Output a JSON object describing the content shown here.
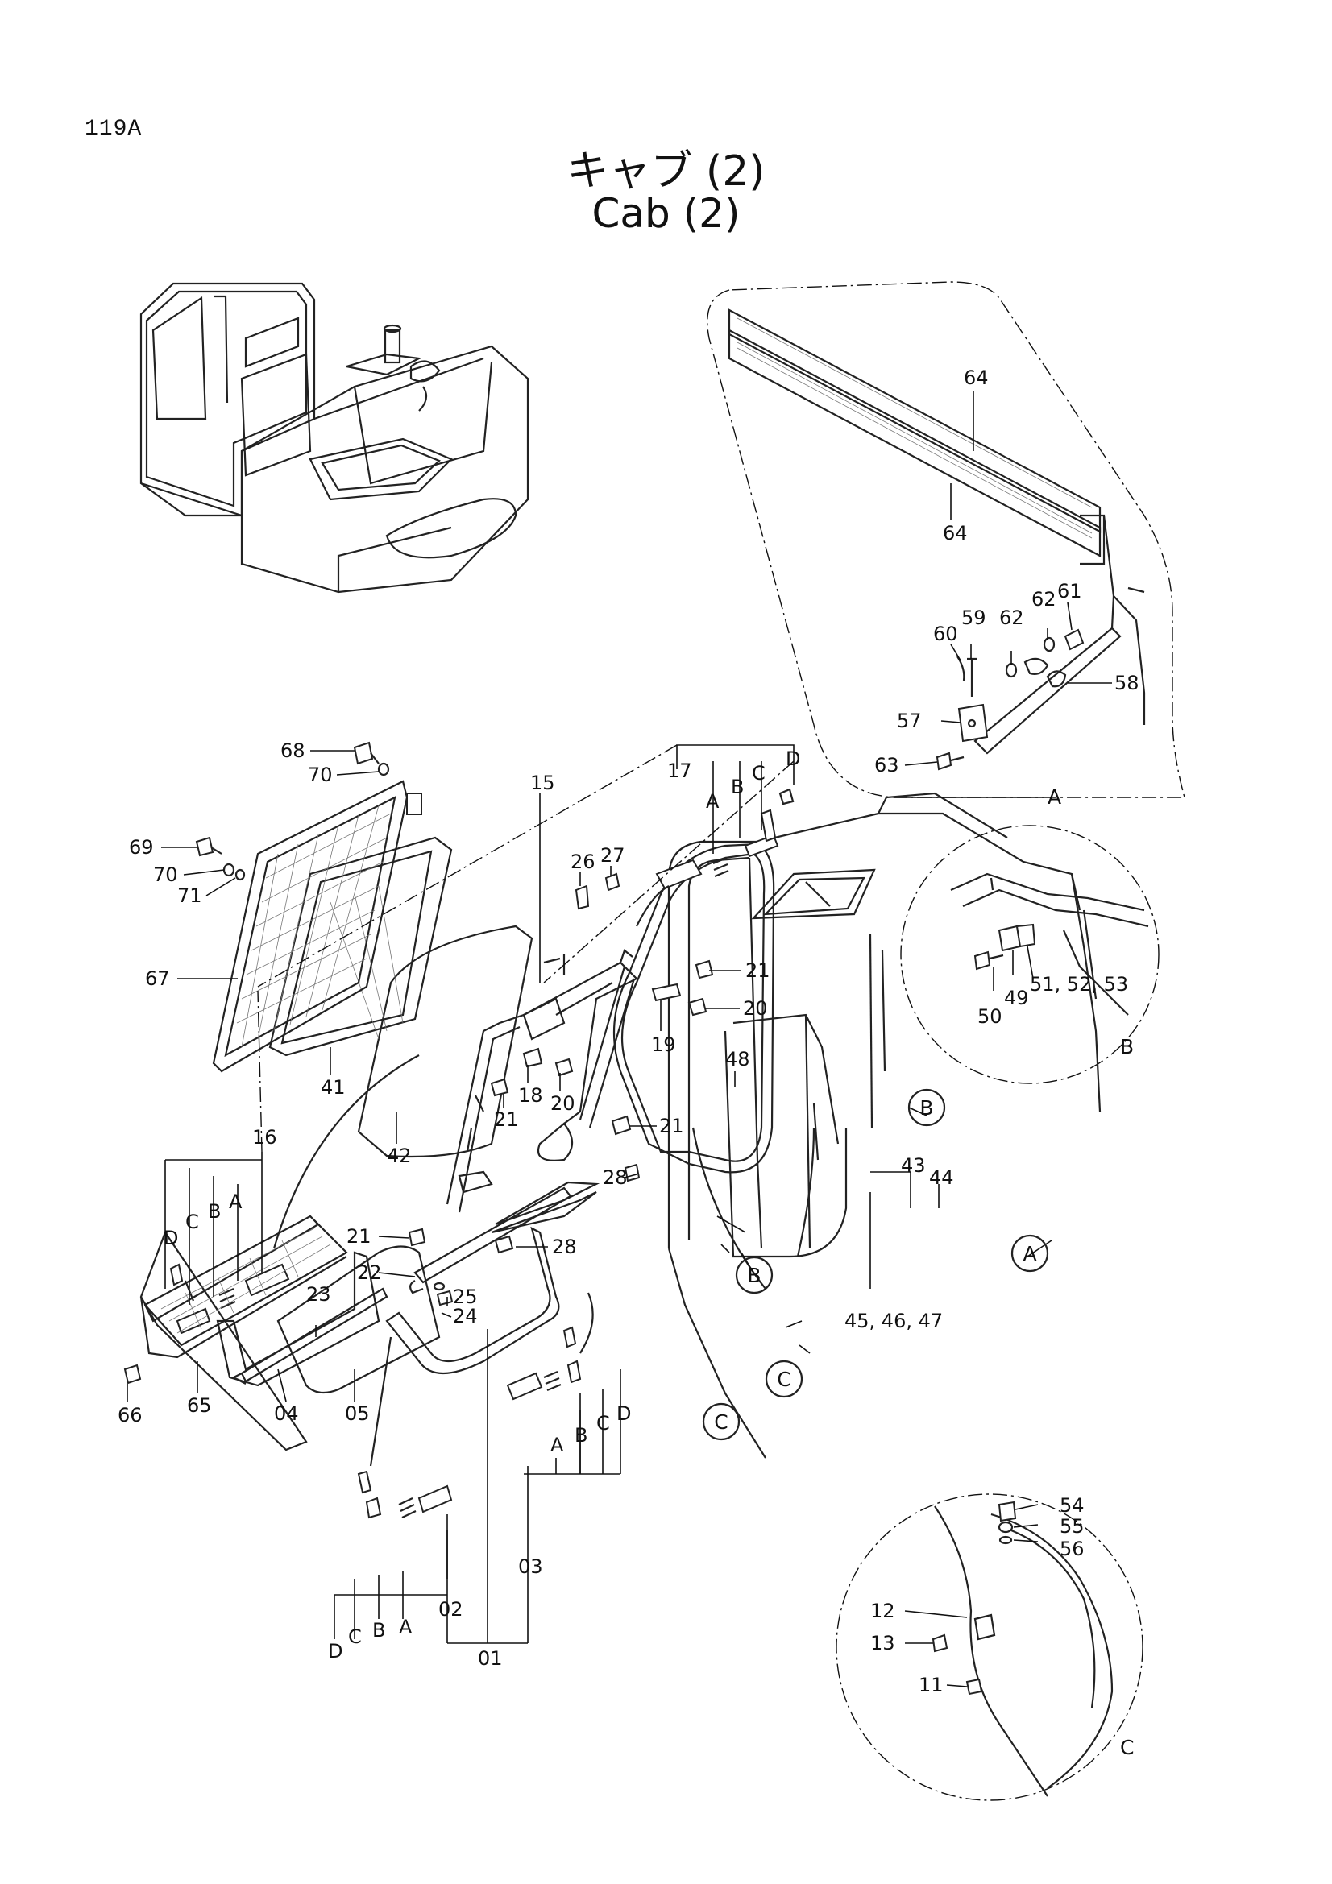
{
  "page_number": "119A",
  "title_ja": "キャブ (2)",
  "title_en": "Cab (2)",
  "callouts": {
    "c01": "01",
    "c02": "02",
    "c03": "03",
    "c04": "04",
    "c05": "05",
    "c11": "11",
    "c12": "12",
    "c13": "13",
    "c15": "15",
    "c16": "16",
    "c17": "17",
    "c18": "18",
    "c19": "19",
    "c20a": "20",
    "c20b": "20",
    "c21a": "21",
    "c21b": "21",
    "c21c": "21",
    "c21d": "21",
    "c22": "22",
    "c23": "23",
    "c24": "24",
    "c25": "25",
    "c26": "26",
    "c27": "27",
    "c28a": "28",
    "c28b": "28",
    "c41": "41",
    "c42": "42",
    "c43": "43",
    "c44": "44",
    "c45_47": "45, 46, 47",
    "c48": "48",
    "c49": "49",
    "c50": "50",
    "c51_53": "51, 52, 53",
    "c54": "54",
    "c55": "55",
    "c56": "56",
    "c57": "57",
    "c58": "58",
    "c59": "59",
    "c60": "60",
    "c61": "61",
    "c62a": "62",
    "c62b": "62",
    "c63": "63",
    "c64a": "64",
    "c64b": "64",
    "c65": "65",
    "c66": "66",
    "c67": "67",
    "c68": "68",
    "c69": "69",
    "c70a": "70",
    "c70b": "70",
    "c71": "71"
  },
  "sub_labels": {
    "s17A": "A",
    "s17B": "B",
    "s17C": "C",
    "s17D": "D",
    "s16A": "A",
    "s16B": "B",
    "s16C": "C",
    "s16D": "D",
    "s02A": "A",
    "s02B": "B",
    "s02C": "C",
    "s02D": "D",
    "s03A": "A",
    "s03B": "B",
    "s03C": "C",
    "s03D": "D"
  },
  "detail_views": {
    "A": "A",
    "B": "B",
    "C": "C"
  },
  "circle_markers": {
    "mB1": "B",
    "mB2": "B",
    "mA": "A",
    "mC1": "C",
    "mC2": "C"
  }
}
